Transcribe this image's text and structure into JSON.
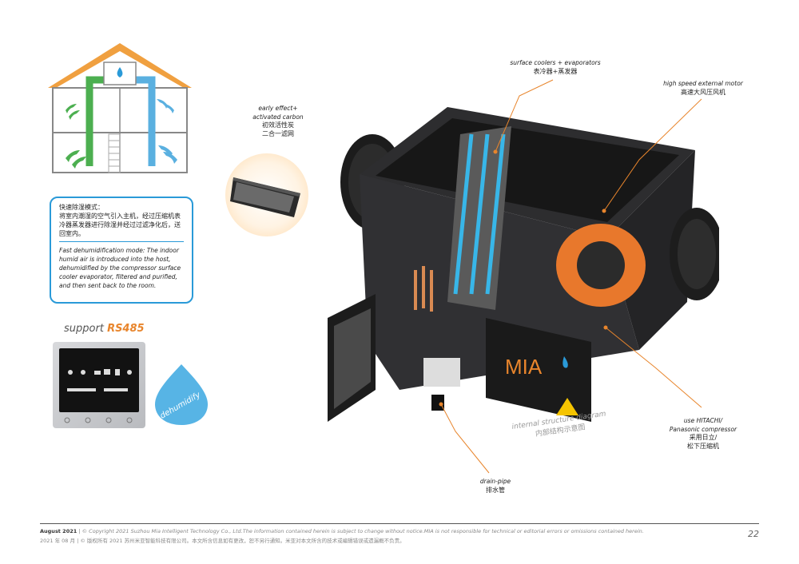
{
  "labels": {
    "filter": {
      "en1": "early effect+",
      "en2": "activated carbon",
      "cn1": "初效活性炭",
      "cn2": "二合一滤网"
    },
    "coolers": {
      "en": "surface coolers + evaporators",
      "cn": "表冷器+蒸发器"
    },
    "motor": {
      "en": "high speed external motor",
      "cn": "高速大风压风机"
    },
    "compressor": {
      "en1": "use HITACHI/",
      "en2": "Panasonic compressor",
      "cn1": "采用日立/",
      "cn2": "松下压缩机"
    },
    "drain": {
      "en": "drain-pipe",
      "cn": "排水管"
    },
    "diagram": {
      "en": "internal structure diagram",
      "cn": "内部结构示意图"
    }
  },
  "mode": {
    "cn_title": "快速除湿模式：",
    "cn_body": "将室内潮湿的空气引入主机，经过压缩机表冷器蒸发器进行除湿并经过过滤净化后，送回室内。",
    "en": "Fast dehumidification mode: The indoor humid air is introduced into the host, dehumidified by the compressor surface cooler evaporator, filtered and purified, and then sent back to the room."
  },
  "support": {
    "prefix": "support",
    "accent": "RS485"
  },
  "badge": "dehumidify",
  "brand": "MIA",
  "footer": {
    "date": "August 2021",
    "en": "| © Copyright 2021 Suzhou Mia Intelligent Technology Co., Ltd.The information contained herein is subject to change without notice.MIA is not responsible for technical or editorial errors or omissions contained herein.",
    "cn": "2021 年 08 月 | © 版权所有 2021 苏州米亚智能科技有限公司。本文所含信息如有更改，恕不另行通知。米亚对本文所含的技术或编辑错误或遗漏概不负责。",
    "page": "22"
  },
  "colors": {
    "blue": "#2a9ad8",
    "orange": "#e8852c",
    "green": "#4caf50"
  }
}
